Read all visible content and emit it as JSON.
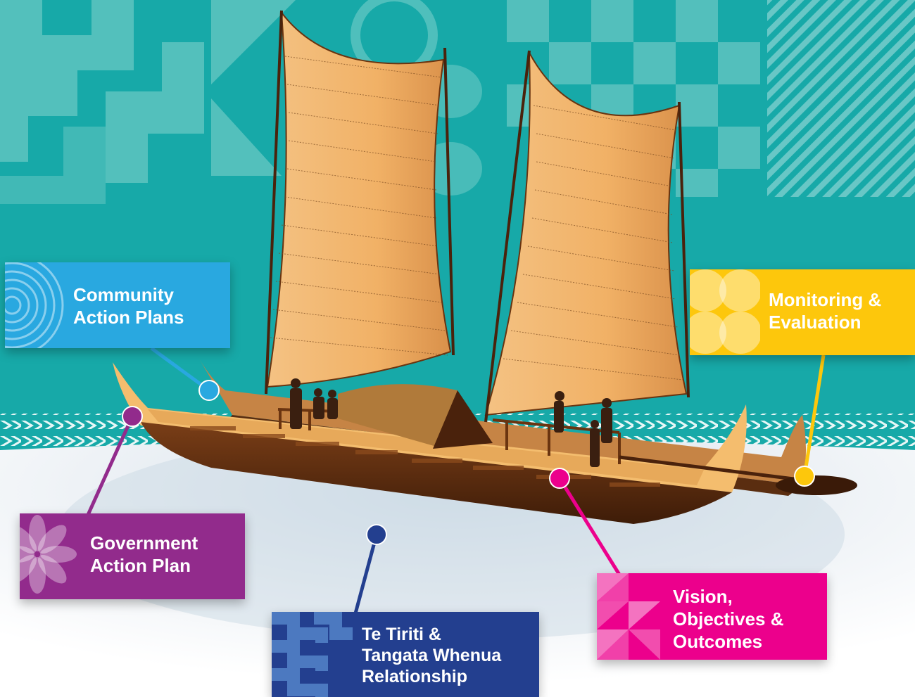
{
  "colors": {
    "teal": "#17a9a8",
    "teal_light": "#5ec4c0",
    "water": "#e9eef3",
    "hull_dark": "#5a2d10",
    "hull_light": "#f4bd6e",
    "sail": "#f2b46a",
    "mast": "#4a220c",
    "community": "#29a8e0",
    "monitoring": "#fdc70c",
    "government": "#922b8c",
    "tiriti": "#233f8f",
    "vision": "#ec008c"
  },
  "labels": {
    "community": {
      "line1": "Community",
      "line2": "Action Plans",
      "pattern_icon": "concentric-circles-icon"
    },
    "monitoring": {
      "line1": "Monitoring &",
      "line2": "Evaluation",
      "pattern_icon": "circles-grid-icon"
    },
    "government": {
      "line1": "Government",
      "line2": "Action Plan",
      "pattern_icon": "flower-icon"
    },
    "tiriti": {
      "line1": "Te Tiriti &",
      "line2": "Tangata Whenua",
      "line3": "Relationship",
      "pattern_icon": "zigzag-steps-icon"
    },
    "vision": {
      "line1": "Vision,",
      "line2": "Objectives &",
      "line3": "Outcomes",
      "pattern_icon": "triangles-icon"
    }
  }
}
